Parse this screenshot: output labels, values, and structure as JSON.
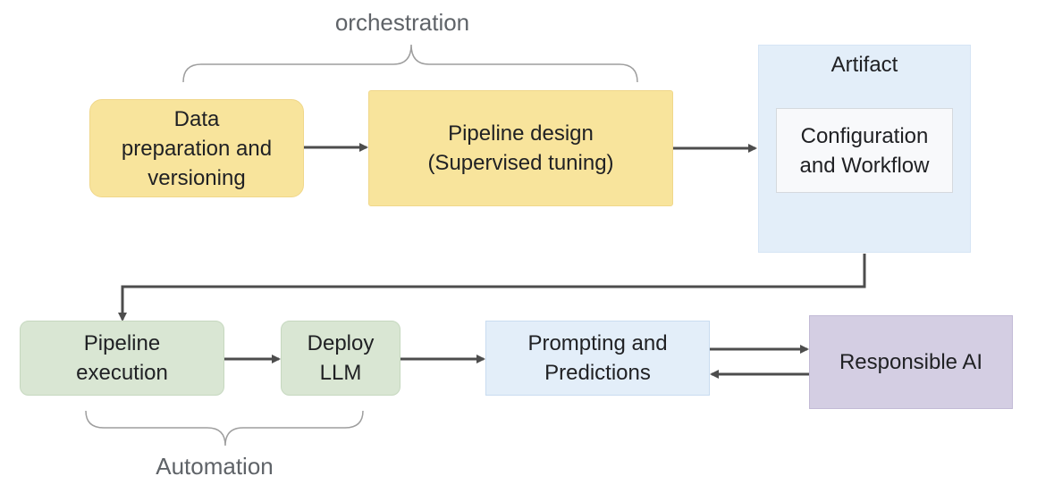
{
  "labels": {
    "orchestration": "orchestration",
    "automation": "Automation"
  },
  "nodes": {
    "data_prep": [
      "Data",
      "preparation and",
      "versioning"
    ],
    "pipeline_design": [
      "Pipeline design",
      "(Supervised tuning)"
    ],
    "artifact": {
      "title": "Artifact",
      "inner": [
        "Configuration",
        "and Workflow"
      ]
    },
    "pipeline_execution": [
      "Pipeline",
      "execution"
    ],
    "deploy_llm": [
      "Deploy",
      "LLM"
    ],
    "prompting": [
      "Prompting and",
      "Predictions"
    ],
    "responsible_ai": [
      "Responsible AI"
    ]
  },
  "colors": {
    "arrow": "#4d4d4d",
    "brace": "#9e9e9e",
    "yellow": "#f8e49c",
    "green": "#d9e6d3",
    "blue": "#e3eef9",
    "purple": "#d4cee3"
  }
}
